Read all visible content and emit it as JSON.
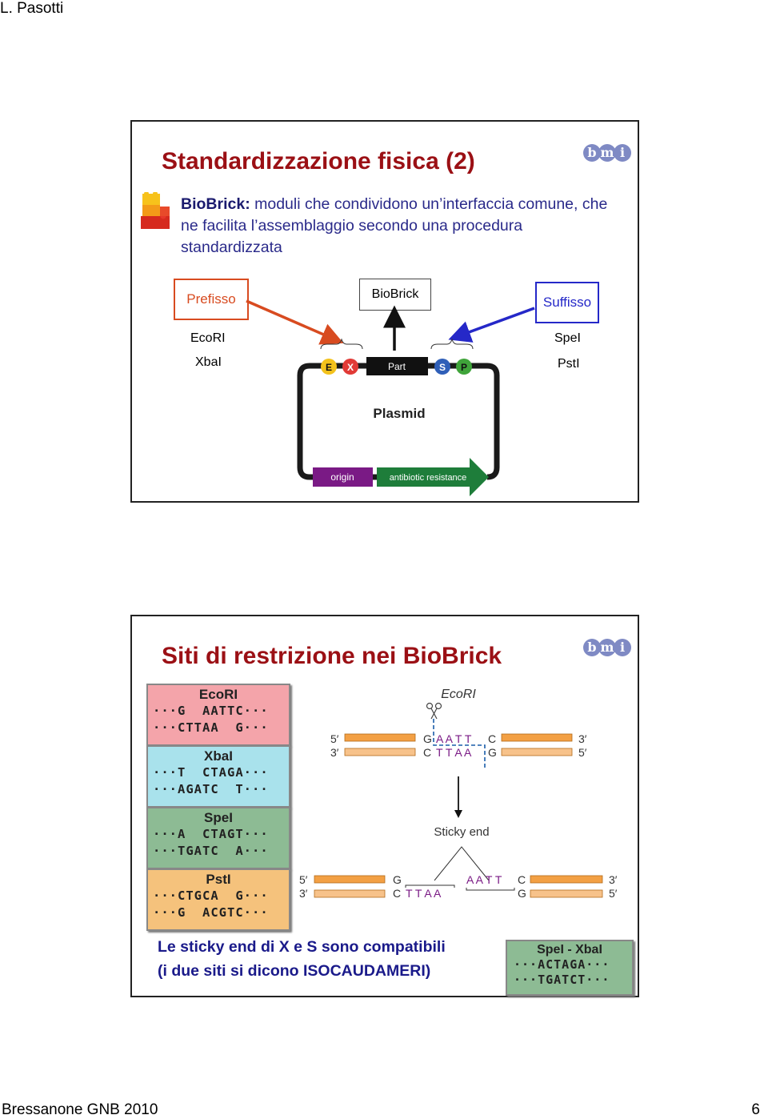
{
  "page": {
    "header": "L. Pasotti",
    "footer_left": "Bressanone GNB 2010",
    "footer_right": "6"
  },
  "slide1": {
    "title": "Standardizzazione fisica (2)",
    "intro_bold": "BioBrick:",
    "intro_text": " moduli che condividono un’interfaccia comune, che ne facilita l’assemblaggio secondo una procedura standardizzata",
    "prefix_label": "Prefisso",
    "biobrick_label": "BioBrick",
    "suffix_label": "Suffisso",
    "prefix_sites": [
      "EcoRI",
      "XbaI"
    ],
    "suffix_sites": [
      "SpeI",
      "PstI"
    ],
    "plasmid": {
      "title": "Plasmid",
      "part": "Part",
      "sites": [
        "E",
        "X",
        "S",
        "P"
      ],
      "origin": "origin",
      "resistance": "antibiotic resistance"
    },
    "colors": {
      "title": "#9b1015",
      "prefix": "#d84b20",
      "suffix": "#2528c8",
      "origin": "#7a1a85",
      "resistance": "#1e7d3a"
    },
    "logo": [
      "b",
      "m",
      "i"
    ]
  },
  "slide2": {
    "title": "Siti di restrizione nei BioBrick",
    "enzymes": [
      {
        "name": "EcoRI",
        "top": "···G  AATTC···",
        "bottom": "···CTTAA  G···",
        "bg": "#f4a4aa"
      },
      {
        "name": "XbaI",
        "top": "···T  CTAGA···",
        "bottom": "···AGATC  T···",
        "bg": "#a9e2ec"
      },
      {
        "name": "SpeI",
        "top": "···A  CTAGT···",
        "bottom": "···TGATC  A···",
        "bg": "#8dbb94"
      },
      {
        "name": "PstI",
        "top": "···CTGCA  G···",
        "bottom": "···G  ACGTC···",
        "bg": "#f5c27c"
      }
    ],
    "ecori_label": "EcoRI",
    "sticky_end_label": "Sticky end",
    "uncut": {
      "five": "5′",
      "three": "3′",
      "top_g": "G",
      "top_seq": "A A T T",
      "top_c": "C",
      "bot_c": "C",
      "bot_seq": "T T A A",
      "bot_g": "G",
      "right_three": "3′",
      "right_five": "5′"
    },
    "cut": {
      "five": "5′",
      "three": "3′",
      "left_g": "G",
      "left_c": "C",
      "left_seq": "T T A A",
      "right_seq": "A A T T",
      "right_c": "C",
      "right_g": "G",
      "right_three": "3′",
      "right_five": "5′"
    },
    "bottom_line1": "Le sticky end di X e S sono compatibili",
    "bottom_line2": "(i due siti si dicono ISOCAUDAMERI)",
    "hybrid": {
      "name": "SpeI - XbaI",
      "top": "···ACTAGA···",
      "bottom": "···TGATCT···"
    },
    "logo": [
      "b",
      "m",
      "i"
    ]
  }
}
